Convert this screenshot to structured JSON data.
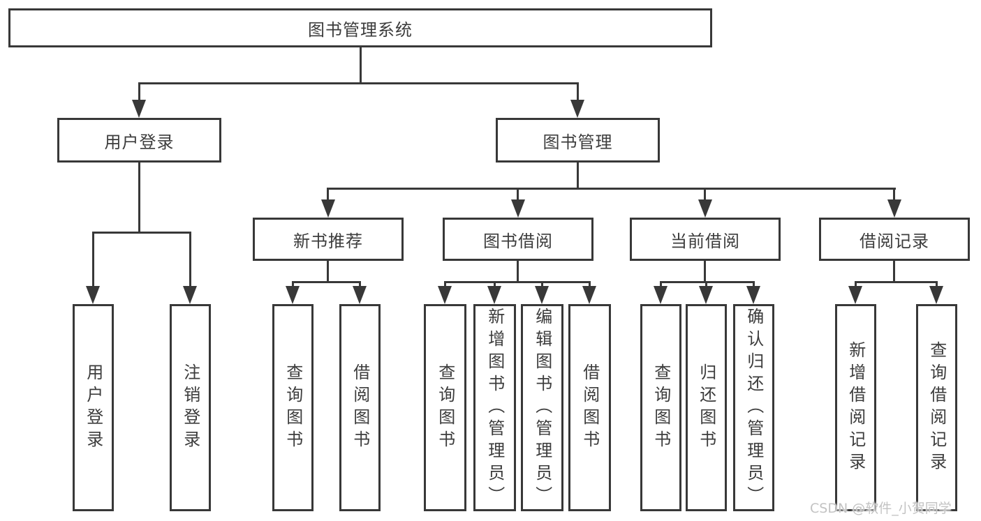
{
  "diagram": {
    "root": {
      "label": "图书管理系统"
    },
    "level2": [
      {
        "label": "用户登录"
      },
      {
        "label": "图书管理"
      }
    ],
    "level3": [
      {
        "label": "新书推荐"
      },
      {
        "label": "图书借阅"
      },
      {
        "label": "当前借阅"
      },
      {
        "label": "借阅记录"
      }
    ],
    "leaves": {
      "user_login": [
        {
          "label": "用户登录"
        },
        {
          "label": "注销登录"
        }
      ],
      "new_book_recommend": [
        {
          "label": "查询图书"
        },
        {
          "label": "借阅图书"
        }
      ],
      "book_borrowing": [
        {
          "label": "查询图书"
        },
        {
          "label": "新增图书（管理员）"
        },
        {
          "label": "编辑图书（管理员）"
        },
        {
          "label": "借阅图书"
        }
      ],
      "current_borrowing": [
        {
          "label": "查询图书"
        },
        {
          "label": "归还图书"
        },
        {
          "label": "确认归还（管理员）"
        }
      ],
      "borrowing_records": [
        {
          "label": "新增借阅记录"
        },
        {
          "label": "查询借阅记录"
        }
      ]
    },
    "style": {
      "line_color": "#383838",
      "box_fill": "#ffffff",
      "text_color": "#3c3c3c",
      "background": "#ffffff"
    }
  },
  "watermark": {
    "text": "CSDN @软件_小贺同学",
    "color": "#c3c3c3"
  }
}
